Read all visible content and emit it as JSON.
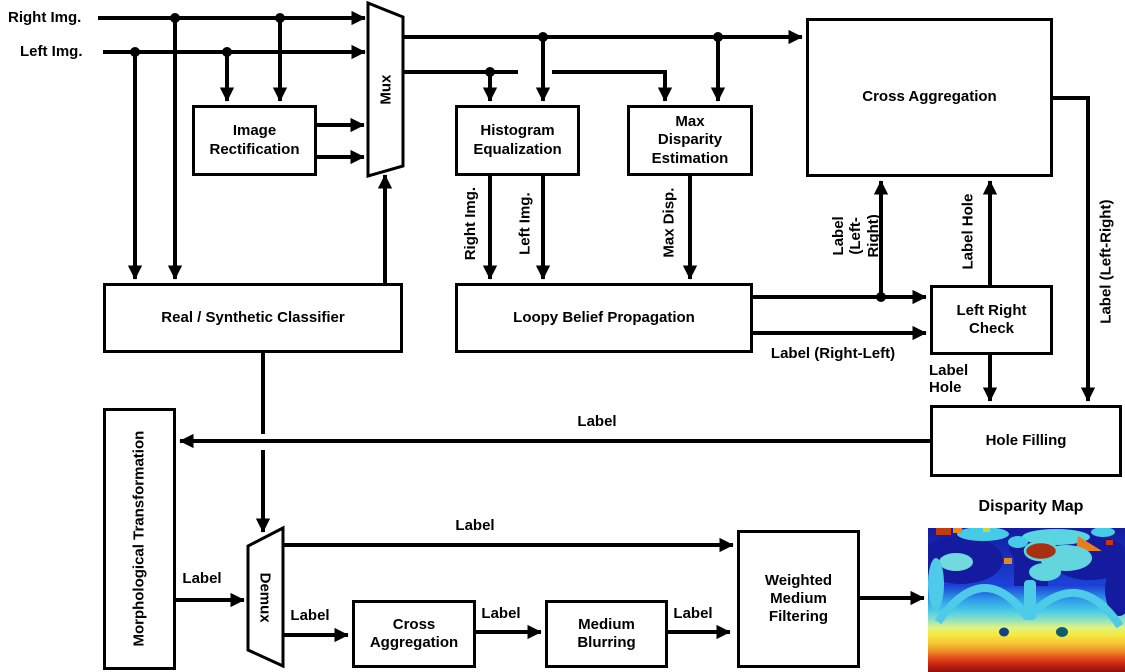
{
  "colors": {
    "line": "#000000",
    "background": "#ffffff"
  },
  "inputs": {
    "right_img": "Right Img.",
    "left_img": "Left Img."
  },
  "blocks": {
    "image_rectification": "Image Rectification",
    "mux": "Mux",
    "histogram_equalization": "Histogram Equalization",
    "max_disparity_estimation": "Max Disparity Estimation",
    "cross_aggregation_top": "Cross Aggregation",
    "real_synthetic_classifier": "Real / Synthetic Classifier",
    "loopy_belief_propagation": "Loopy Belief Propagation",
    "left_right_check": "Left Right Check",
    "hole_filling": "Hole Filling",
    "morphological_transformation": "Morphological Transformation",
    "demux": "Demux",
    "cross_aggregation_bottom": "Cross Aggregation",
    "medium_blurring": "Medium Blurring",
    "weighted_medium_filtering": "Weighted Medium Filtering"
  },
  "edge_labels": {
    "right_img_to_lbp": "Right Img.",
    "left_img_to_lbp": "Left Img.",
    "max_disp_to_lbp": "Max Disp.",
    "label_left_right_to_cross_agg": "Label (Left-Right)",
    "label_hole_to_cross_agg": "Label Hole",
    "label_right_left": "Label (Right-Left)",
    "label_hole_to_hole_filling": "Label Hole",
    "label_left_right_to_hole_filling": "Label (Left-Right)",
    "label_to_morphological": "Label",
    "label_morph_to_demux": "Label",
    "label_demux_to_weighted": "Label",
    "label_demux_to_cross_agg": "Label",
    "label_cross_agg_to_medium": "Label",
    "label_medium_to_weighted": "Label"
  },
  "output": {
    "disparity_map_title": "Disparity Map"
  }
}
